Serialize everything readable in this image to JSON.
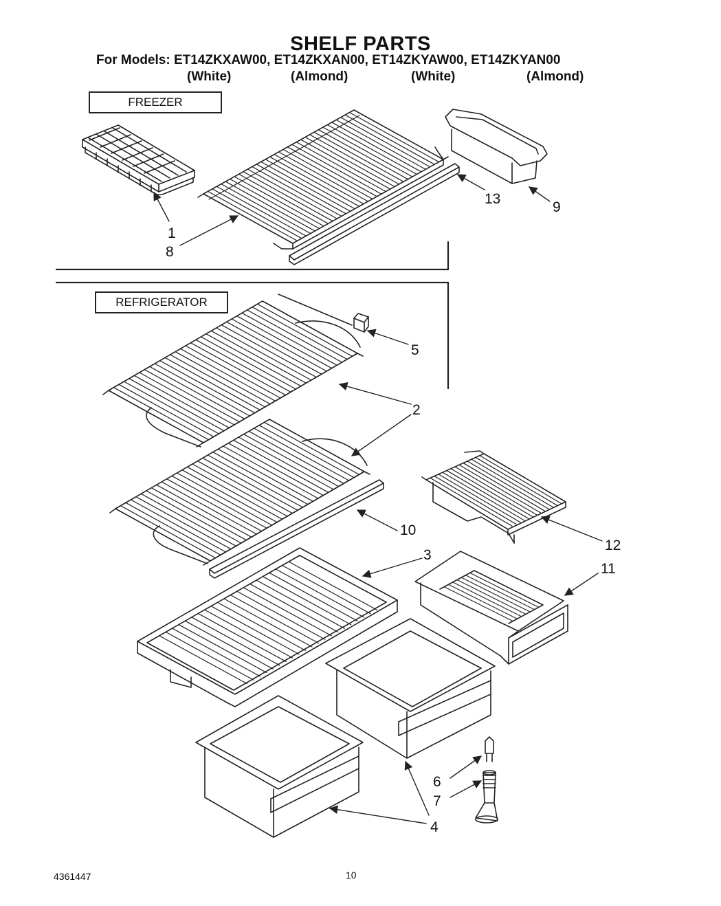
{
  "header": {
    "title": "SHELF PARTS",
    "models_line": "For Models: ET14ZKXAW00, ET14ZKXAN00, ET14ZKYAW00, ET14ZKYAN00",
    "finishes": [
      "(White)",
      "(Almond)",
      "(White)",
      "(Almond)"
    ]
  },
  "sections": {
    "freezer": "FREEZER",
    "refrigerator": "REFRIGERATOR"
  },
  "callouts": {
    "c1": "1",
    "c8": "8",
    "c13": "13",
    "c9": "9",
    "c5": "5",
    "c2": "2",
    "c10": "10",
    "c12": "12",
    "c3": "3",
    "c11": "11",
    "c6": "6",
    "c7": "7",
    "c4": "4"
  },
  "footer": {
    "doc_number": "4361447",
    "page_number": "10"
  }
}
